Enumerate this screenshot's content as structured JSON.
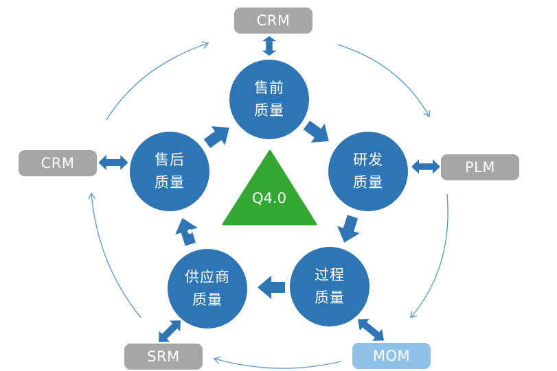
{
  "colors": {
    "shape-blue": "#2E75B6",
    "arc-blue": "#5B9BD5",
    "gray": "#A6A6A6",
    "light-blue": "#8FC1E9",
    "green": "#33A832",
    "text-white": "#FFFFFF"
  },
  "center": {
    "label": "Q4.0"
  },
  "nodes": {
    "presales": {
      "line1": "售前",
      "line2": "质量"
    },
    "rd": {
      "line1": "研发",
      "line2": "质量"
    },
    "process": {
      "line1": "过程",
      "line2": "质量"
    },
    "supplier": {
      "line1": "供应商",
      "line2": "质量"
    },
    "aftersales": {
      "line1": "售后",
      "line2": "质量"
    }
  },
  "systems": {
    "crm_top": {
      "label": "CRM"
    },
    "plm": {
      "label": "PLM"
    },
    "mom": {
      "label": "MOM"
    },
    "srm": {
      "label": "SRM"
    },
    "crm_left": {
      "label": "CRM"
    }
  }
}
